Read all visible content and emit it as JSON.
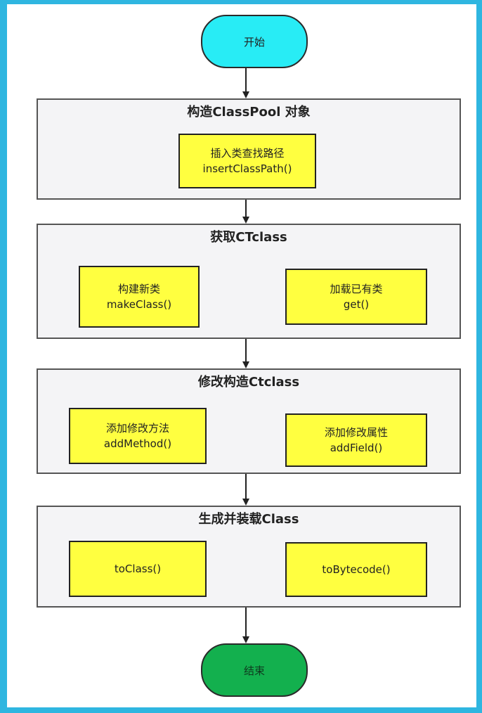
{
  "start": {
    "label": "开始"
  },
  "groups": [
    {
      "title": "构造ClassPool 对象",
      "steps": [
        {
          "line1": "插入类查找路径",
          "line2": "insertClassPath()"
        }
      ]
    },
    {
      "title": "获取CTclass",
      "steps": [
        {
          "line1": "构建新类",
          "line2": "makeClass()"
        },
        {
          "line1": "加载已有类",
          "line2": "get()"
        }
      ]
    },
    {
      "title": "修改构造Ctclass",
      "steps": [
        {
          "line1": "添加修改方法",
          "line2": "addMethod()"
        },
        {
          "line1": "添加修改属性",
          "line2": "addField()"
        }
      ]
    },
    {
      "title": "生成并装载Class",
      "steps": [
        {
          "line1": "toClass()"
        },
        {
          "line1": "toBytecode()"
        }
      ]
    }
  ],
  "end": {
    "label": "结束"
  },
  "colors": {
    "start_fill": "#28ecf5",
    "end_fill": "#13b04e",
    "step_fill": "#ffff40",
    "group_fill": "#f4f4f6",
    "frame": "#2fb6e0"
  }
}
